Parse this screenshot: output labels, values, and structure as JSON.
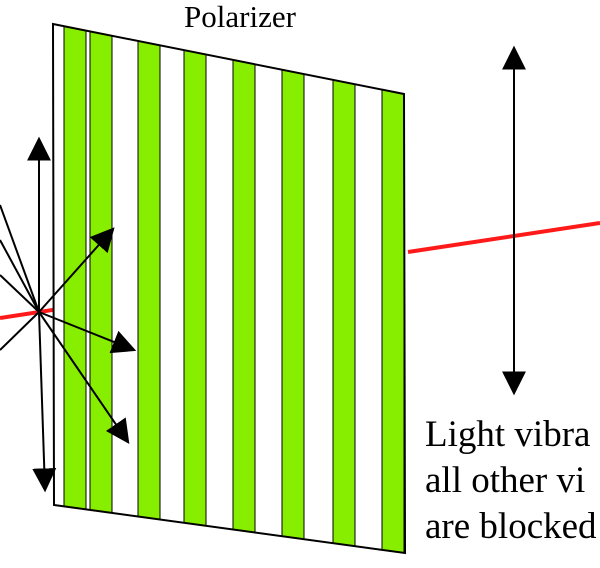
{
  "polarizer": {
    "label": "Polarizer",
    "stripe_color": "#88ee00",
    "frame_color": "#000000"
  },
  "beam": {
    "color": "#ff1a1a"
  },
  "caption": {
    "lines": [
      "Light vibra",
      "all other vi",
      "are blocked"
    ]
  },
  "icons": {
    "unpolarized": "unpolarized-vibration-arrows",
    "transmitted": "vertical-double-arrow"
  }
}
